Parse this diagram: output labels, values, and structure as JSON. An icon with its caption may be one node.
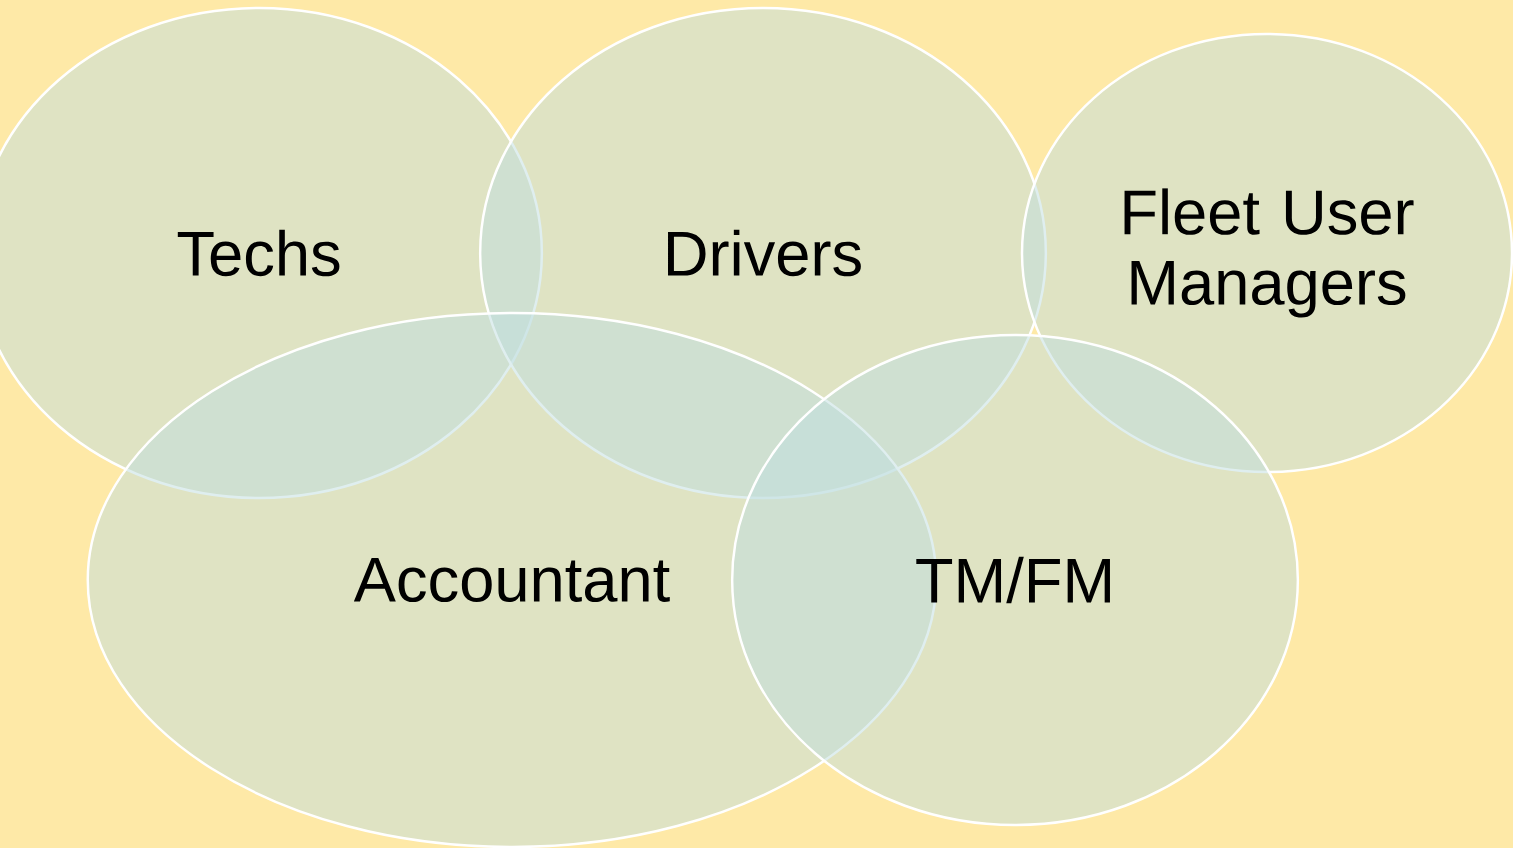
{
  "diagram": {
    "nodes": [
      {
        "text": [
          "Techs"
        ]
      },
      {
        "text": [
          "Drivers"
        ]
      },
      {
        "text": [
          "Fleet User Managers"
        ]
      },
      {
        "text": [
          "Accountant"
        ]
      },
      {
        "text": [
          "TM/FM"
        ]
      }
    ]
  }
}
